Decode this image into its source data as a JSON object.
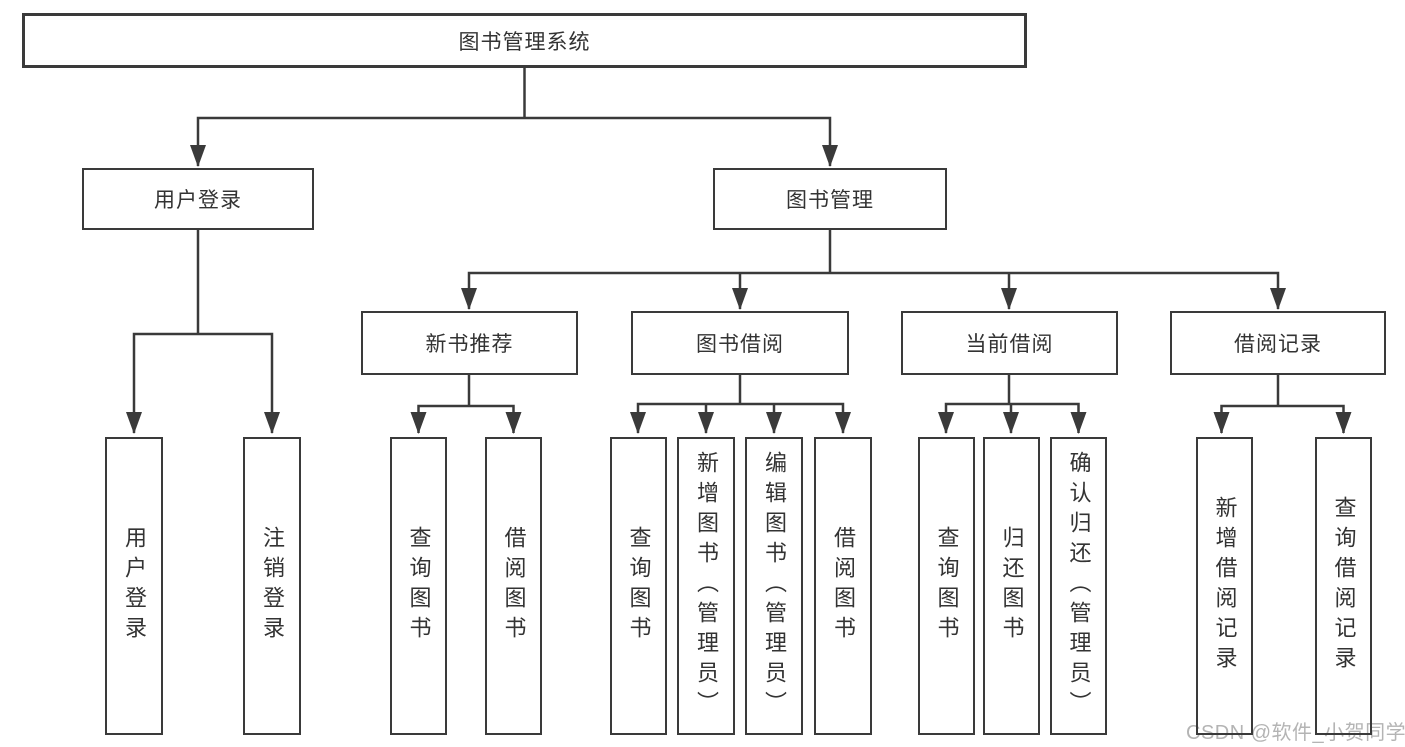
{
  "colors": {
    "background": "#ffffff",
    "line": "#3a3a3a",
    "box_border": "#3a3a3a",
    "text": "#333333",
    "watermark": "#b4b4b4"
  },
  "watermark": "CSDN @软件_小贺同学",
  "tree": {
    "root": "图书管理系统",
    "children": [
      {
        "label": "用户登录",
        "children": [
          "用户登录",
          "注销登录"
        ]
      },
      {
        "label": "图书管理",
        "children": [
          {
            "label": "新书推荐",
            "children": [
              "查询图书",
              "借阅图书"
            ]
          },
          {
            "label": "图书借阅",
            "children": [
              "查询图书",
              "新增图书（管理员）",
              "编辑图书（管理员）",
              "借阅图书"
            ]
          },
          {
            "label": "当前借阅",
            "children": [
              "查询图书",
              "归还图书",
              "确认归还（管理员）"
            ]
          },
          {
            "label": "借阅记录",
            "children": [
              "新增借阅记录",
              "查询借阅记录"
            ]
          }
        ]
      }
    ]
  }
}
